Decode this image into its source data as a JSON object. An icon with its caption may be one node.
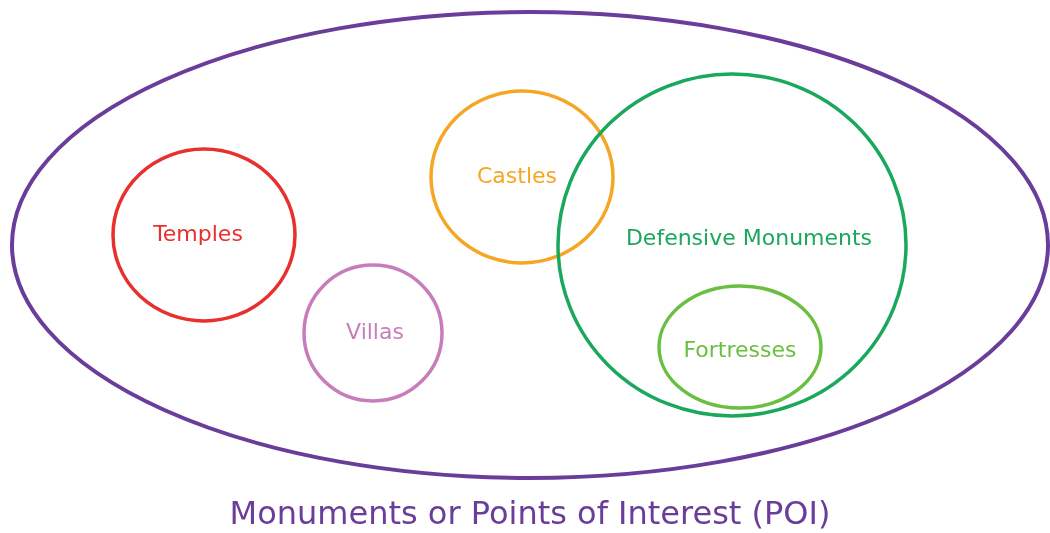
{
  "diagram": {
    "nodes": [
      {
        "text": [
          "Monuments or Points of Interest (POI)"
        ]
      },
      {
        "text": [
          "Castles"
        ],
        "in": 0
      },
      {
        "text": [
          "Temples"
        ],
        "in": 0
      },
      {
        "text": [
          "Defensive Monuments"
        ],
        "in": 0
      },
      {
        "text": [
          "Villas"
        ],
        "in": 0
      },
      {
        "text": [
          "Fortresses"
        ],
        "in": 3
      }
    ]
  }
}
